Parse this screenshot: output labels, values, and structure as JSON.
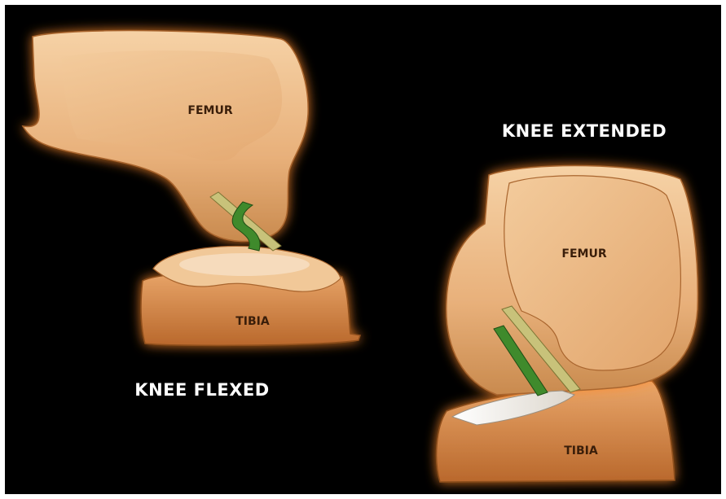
{
  "labels": {
    "flexed_femur": "FEMUR",
    "flexed_tibia": "TIBIA",
    "flexed_caption": "KNEE FLEXED",
    "extended_caption": "KNEE EXTENDED",
    "extended_femur": "FEMUR",
    "extended_tibia": "TIBIA"
  },
  "colors": {
    "background": "#000000",
    "bone": "#e8b07a",
    "bone_light": "#f6d2a6",
    "bone_dark": "#b46a30",
    "glow": "#ff8a2a",
    "ligament_green": "#3f8a2c",
    "ligament_tan": "#c8c27a",
    "meniscus": "#f4efe6",
    "caption_text": "#ffffff"
  }
}
